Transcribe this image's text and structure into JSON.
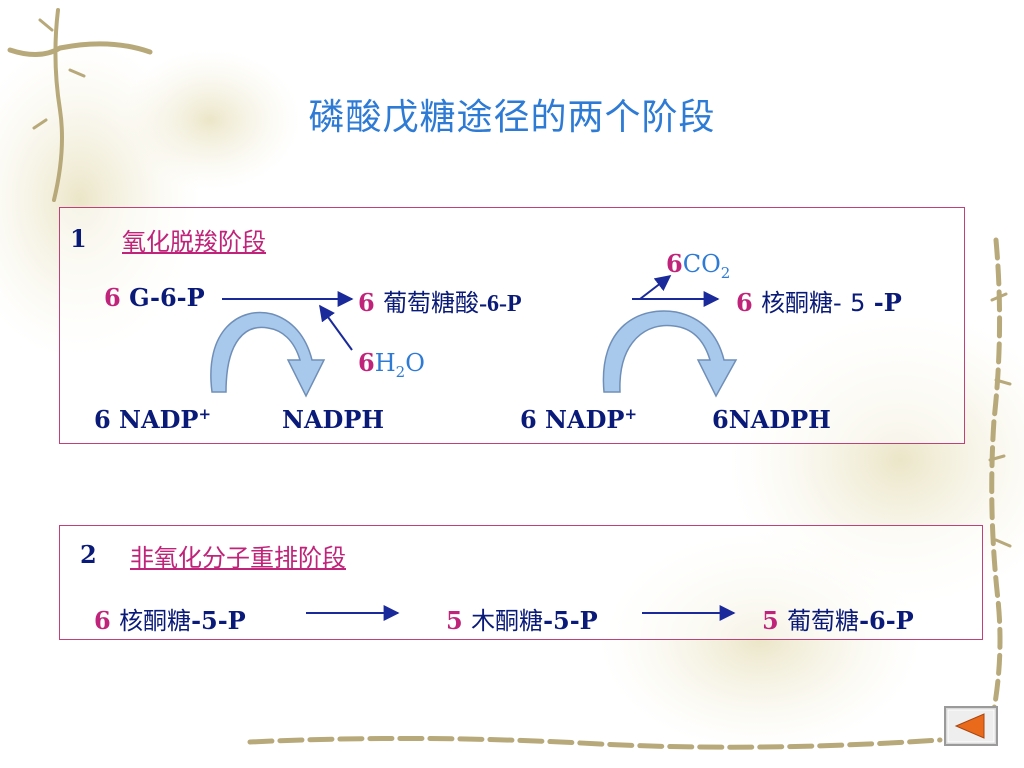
{
  "title": "磷酸戊糖途径的两个阶段",
  "stage1": {
    "number": "1",
    "heading": "氧化脱羧阶段",
    "reactant": {
      "coef": "6",
      "name": "G-6-P"
    },
    "intermediate": {
      "coef": "6",
      "name": "葡萄糖酸-6-P"
    },
    "product": {
      "coef": "6",
      "name_a": "核酮糖-",
      "name_b": "5",
      "name_c": "-P"
    },
    "co2": {
      "coef": "6",
      "formula": "CO",
      "sub": "2"
    },
    "water": {
      "coef": "6",
      "formula_a": "H",
      "sub": "2",
      "formula_b": "O"
    },
    "cofactors": [
      {
        "text": "6 NADP",
        "sup": "+"
      },
      {
        "text": "NADPH"
      },
      {
        "text": "6 NADP",
        "sup": "+"
      },
      {
        "text": "6NADPH"
      }
    ]
  },
  "stage2": {
    "number": "2",
    "heading": "非氧化分子重排阶段",
    "steps": [
      {
        "coef": "6",
        "name_cjk": "核酮糖",
        "name_tail": "-5-P"
      },
      {
        "coef": "5",
        "name_cjk": "木酮糖",
        "name_tail": "-5-P"
      },
      {
        "coef": "5",
        "name_cjk": "葡萄糖",
        "name_tail": "-6-P"
      }
    ]
  },
  "colors": {
    "title": "#2e7bd6",
    "heading": "#c0247a",
    "text": "#0a1a78",
    "box_border": "#c0407a",
    "arrow": "#1a2a9a",
    "curved_arrow_fill": "#a9c9ec",
    "curved_arrow_stroke": "#6f8fb8",
    "vine": "#b8a97a",
    "nav_button": "#e86a1a"
  },
  "icons": {
    "background": "vine-decoration",
    "nav": "back-arrow-icon"
  }
}
